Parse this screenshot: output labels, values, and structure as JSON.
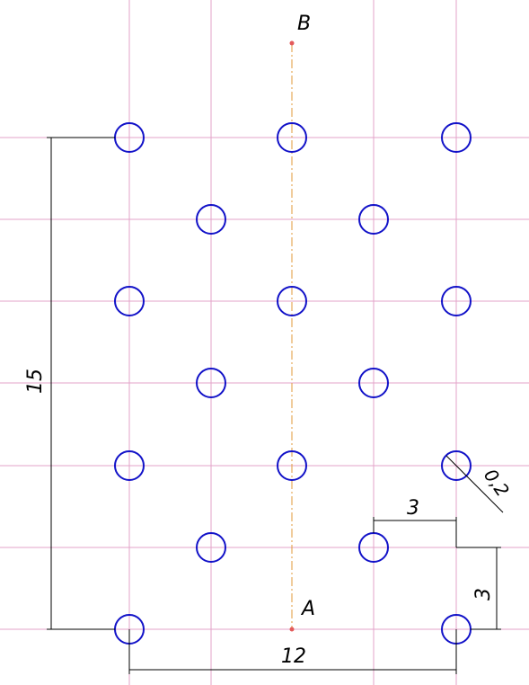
{
  "drawing": {
    "points": {
      "top_label": "B",
      "bottom_label": "A"
    },
    "dimensions": {
      "height": "15",
      "width": "12",
      "pitch_x": "3",
      "pitch_y": "3",
      "diameter": "0,2"
    },
    "hole_count": 17,
    "colors": {
      "grid": "#e3a3c8",
      "hole": "#1212c8",
      "axis": "#e09a3a",
      "point": "#e35a5a",
      "dimension": "#000000"
    }
  }
}
